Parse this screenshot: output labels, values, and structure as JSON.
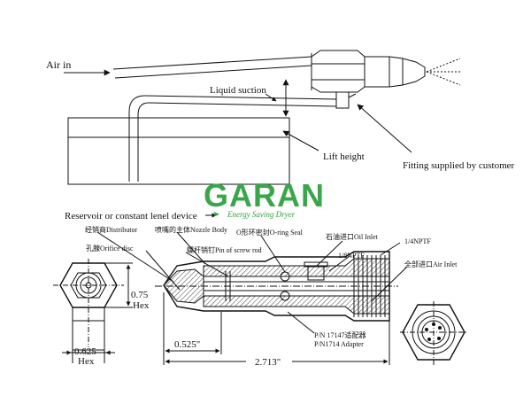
{
  "labels": {
    "air_in": "Air in",
    "liquid_suction": "Liquid suction",
    "lift_height": "Lift height",
    "fitting": "Fitting supplied by customer",
    "reservoir": "Reservoir or constant lenel device"
  },
  "logo": {
    "name": "GARAN",
    "tagline": "Energy Saving Dryer",
    "colors": {
      "green": "#3aa64a",
      "gray": "#8c8c8c",
      "tagline": "#2f9f3a"
    }
  },
  "parts": {
    "distributor": "经销商Distributor",
    "nozzle_body": "喷嘴的主体Nozzle Body",
    "o_ring": "O形环密封O-ring Seal",
    "oil_inlet": "石油进口Oil Inlet",
    "npt_quarter": "1/4NPTF",
    "orifice": "孔腺Orifice disc",
    "screw_pin": "螺杆销钉Pin of screw rod",
    "npt_eighth": "1/8NPTF",
    "air_inlet": "全部进口Air Inlet",
    "adapter_cn": "P/N 17147适配器",
    "adapter_en": "P/N1714 Adapter"
  },
  "dimensions": {
    "hex_075_a": "0.75",
    "hex_075_b": "Hex",
    "hex_0625_a": "0.625",
    "hex_0625_b": "Hex",
    "len_0525": "0.525\"",
    "len_2713": "2.713\""
  }
}
